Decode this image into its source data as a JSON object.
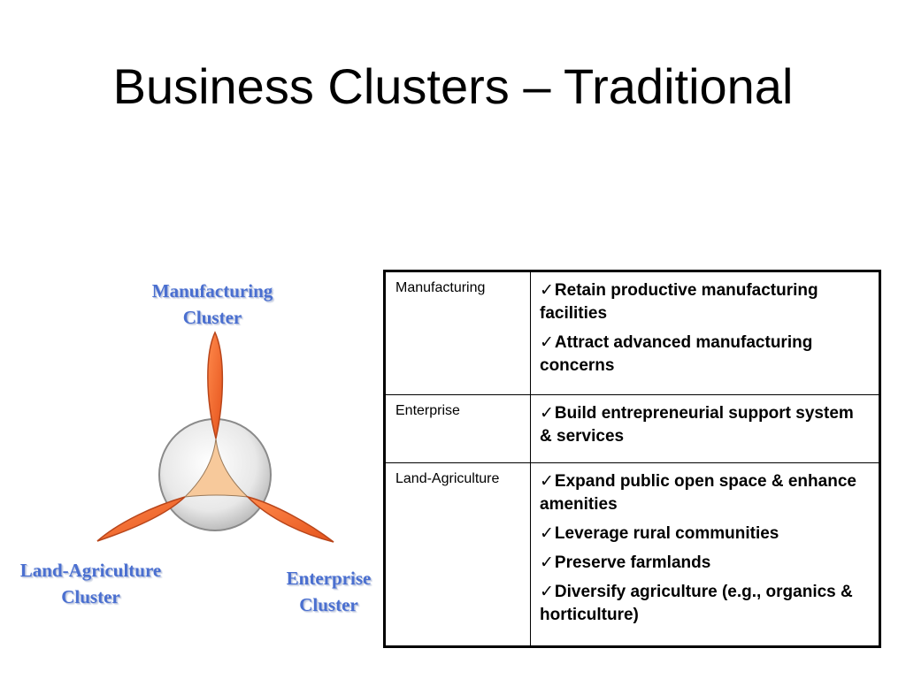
{
  "slide": {
    "title": "Business Clusters – Traditional"
  },
  "diagram": {
    "labels": {
      "manufacturing": [
        "Manufacturing",
        "Cluster"
      ],
      "land_agriculture": [
        "Land-Agriculture",
        "Cluster"
      ],
      "enterprise": [
        "Enterprise",
        "Cluster"
      ]
    },
    "colors": {
      "label": "#4a6fd0",
      "blade": "#f26a2e",
      "blade_edge": "#b8451a",
      "hub_circle": "#e6e6e6",
      "hub_triangle": "#f7c99b"
    }
  },
  "table": {
    "check_mark": "✓",
    "rows": [
      {
        "category": "Manufacturing",
        "goals": [
          "Retain productive manufacturing facilities",
          "Attract advanced manufacturing concerns"
        ]
      },
      {
        "category": "Enterprise",
        "goals": [
          "Build entrepreneurial support system & services"
        ]
      },
      {
        "category": "Land-Agriculture",
        "goals": [
          "Expand public open space & enhance amenities",
          "Leverage rural communities",
          "Preserve farmlands",
          "Diversify agriculture (e.g., organics & horticulture)"
        ]
      }
    ]
  }
}
